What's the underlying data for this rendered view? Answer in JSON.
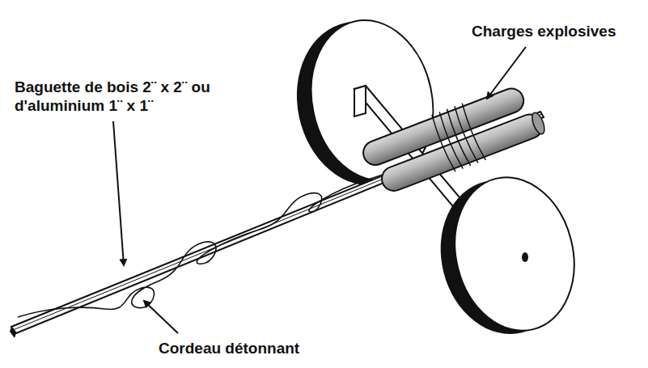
{
  "diagram": {
    "labels": [
      "Charges explosives",
      "Baguette de bois 2¨ x 2¨ ou d'aluminium 1¨ x 1¨",
      "Cordeau détonnant"
    ]
  }
}
